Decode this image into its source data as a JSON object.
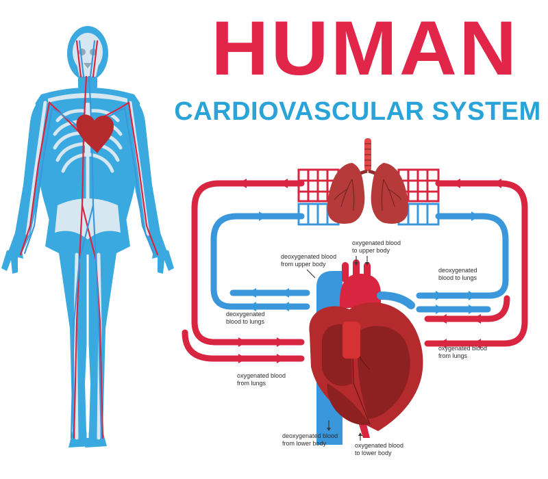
{
  "title": "HUMAN",
  "subtitle": "CARDIOVASCULAR SYSTEM",
  "colors": {
    "title": "#e2264a",
    "subtitle": "#2aa3d8",
    "oxygenated": "#d82540",
    "deoxygenated": "#3a97db",
    "body_silhouette": "#3aa9e0",
    "bone": "#e9eef3",
    "heart": "#b52a2c",
    "lung": "#b63a3a"
  },
  "labels": {
    "oxy_upper": [
      "oxygenated blood",
      "to upper body"
    ],
    "deoxy_upper": [
      "deoxygenated blood",
      "from upper body"
    ],
    "deoxy_lungs_right": [
      "deoxygenated",
      "blood to lungs"
    ],
    "deoxy_lungs_left": [
      "deoxygenated",
      "blood to lungs"
    ],
    "oxy_from_lungs_right": [
      "oxygenated blood",
      "from lungs"
    ],
    "oxy_from_lungs_left": [
      "oxygenated blood",
      "from lungs"
    ],
    "deoxy_lower": [
      "deoxygenated blood",
      "from lower body"
    ],
    "oxy_lower": [
      "oxygenated blood",
      "to lower body"
    ]
  },
  "icons": {
    "body": "human-body-circulatory-figure",
    "lungs": "lungs-icon",
    "heart": "heart-cross-section-icon"
  }
}
